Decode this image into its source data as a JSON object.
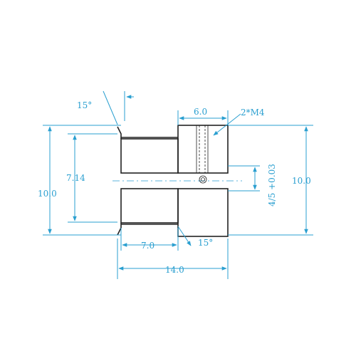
{
  "drawing": {
    "labels": {
      "chamfer_angle_top": "15°",
      "chamfer_angle_bottom": "15°",
      "hub_width": "6.0",
      "set_screw": "2*M4",
      "bore_diameter": "7.14",
      "left_outer_diameter": "10.0",
      "right_outer_diameter": "10.0",
      "bore_tolerance": "4/5  +0.03",
      "tooth_width": "7.0",
      "total_length": "14.0"
    },
    "colors": {
      "dimension": "#2a9fd0",
      "outline": "#222222",
      "hatch": "#555555"
    }
  }
}
